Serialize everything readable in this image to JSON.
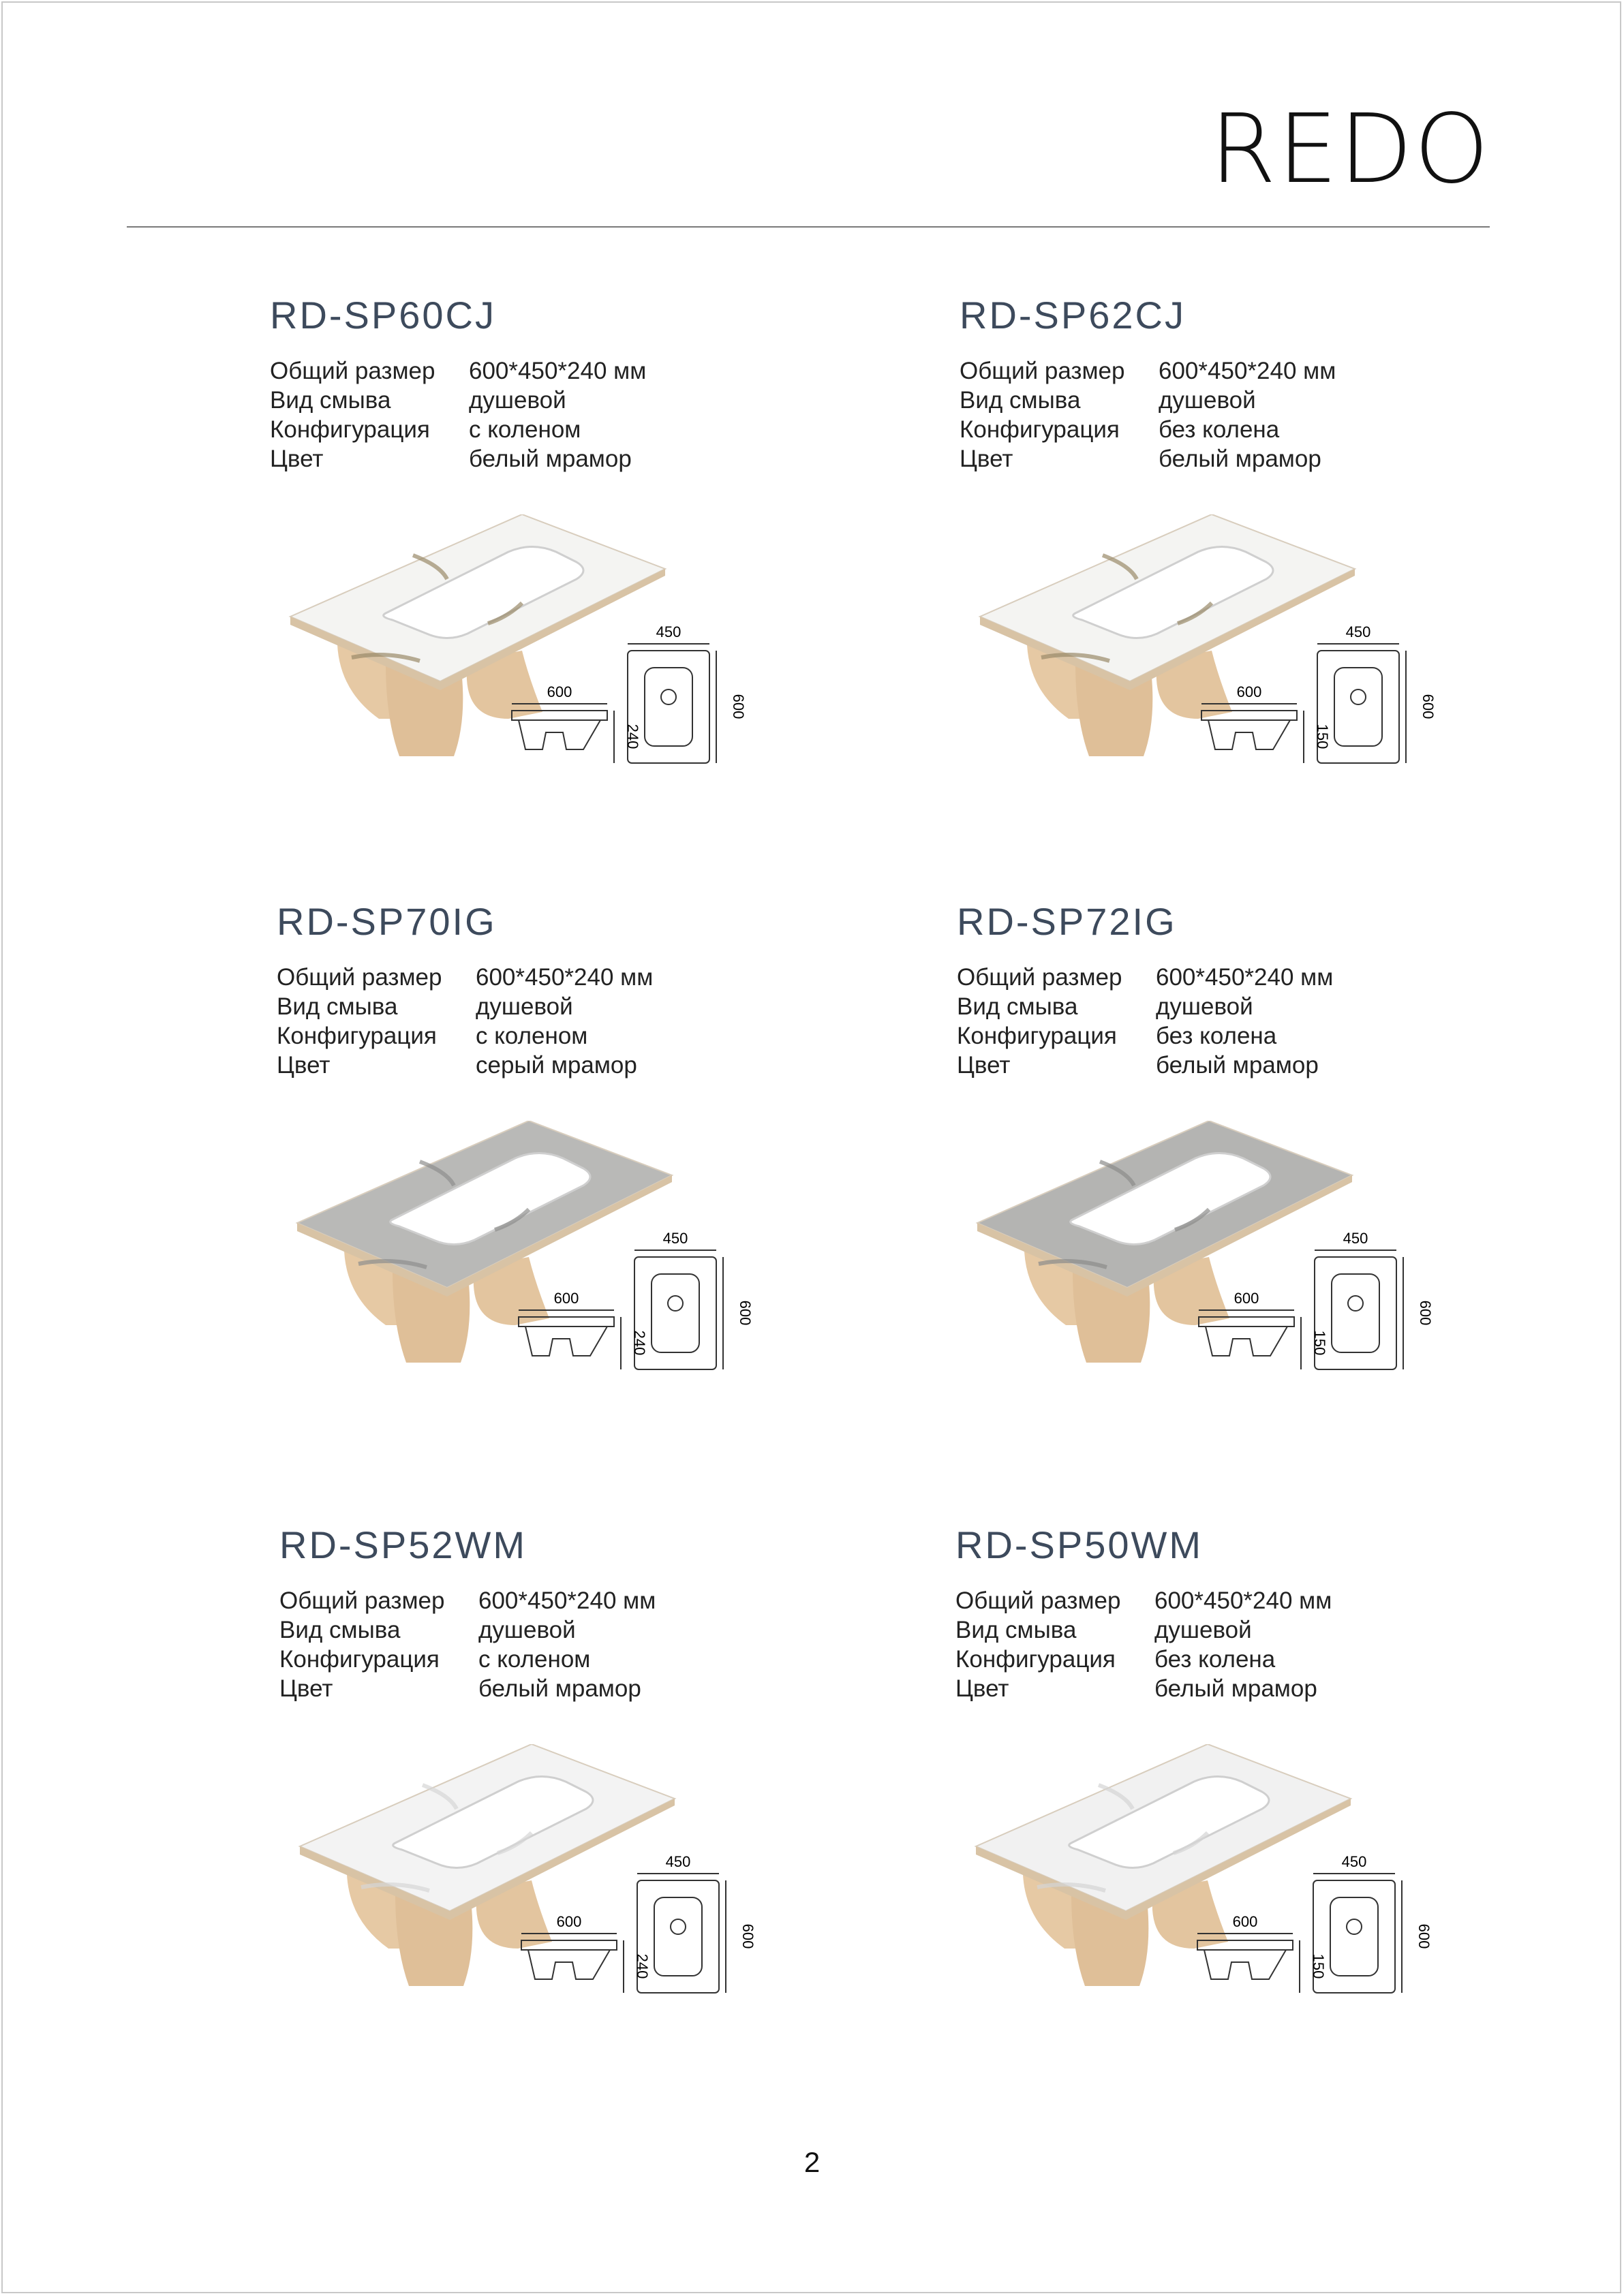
{
  "brand": "REDO",
  "page_number": "2",
  "products": [
    {
      "model": "RD-SP60CJ",
      "specs": [
        {
          "label": "Общий размер",
          "value": "600*450*240 мм"
        },
        {
          "label": "Вид смыва",
          "value": "душевой"
        },
        {
          "label": "Конфигурация",
          "value": "с коленом"
        },
        {
          "label": "Цвет",
          "value": "белый мрамор"
        }
      ],
      "dims": {
        "top_width": "450",
        "top_length": "600",
        "side_length": "600",
        "side_height": "240"
      },
      "finish_color": "#f4f4f2",
      "vein_color": "#9a8a6a"
    },
    {
      "model": "RD-SP62CJ",
      "specs": [
        {
          "label": "Общий размер",
          "value": "600*450*240 мм"
        },
        {
          "label": "Вид смыва",
          "value": "душевой"
        },
        {
          "label": "Конфигурация",
          "value": "без колена"
        },
        {
          "label": "Цвет",
          "value": "белый мрамор"
        }
      ],
      "dims": {
        "top_width": "450",
        "top_length": "600",
        "side_length": "600",
        "side_height": "150"
      },
      "finish_color": "#f4f4f2",
      "vein_color": "#9a8a6a"
    },
    {
      "model": "RD-SP70IG",
      "specs": [
        {
          "label": "Общий размер",
          "value": "600*450*240 мм"
        },
        {
          "label": "Вид смыва",
          "value": "душевой"
        },
        {
          "label": "Конфигурация",
          "value": "с коленом"
        },
        {
          "label": "Цвет",
          "value": "серый мрамор"
        }
      ],
      "dims": {
        "top_width": "450",
        "top_length": "600",
        "side_length": "600",
        "side_height": "240"
      },
      "finish_color": "#b9b9b7",
      "vein_color": "#8f8f8d"
    },
    {
      "model": "RD-SP72IG",
      "specs": [
        {
          "label": "Общий размер",
          "value": "600*450*240 мм"
        },
        {
          "label": "Вид смыва",
          "value": "душевой"
        },
        {
          "label": "Конфигурация",
          "value": "без колена"
        },
        {
          "label": "Цвет",
          "value": "белый мрамор"
        }
      ],
      "dims": {
        "top_width": "450",
        "top_length": "600",
        "side_length": "600",
        "side_height": "150"
      },
      "finish_color": "#b4b4b2",
      "vein_color": "#8c8c8a"
    },
    {
      "model": "RD-SP52WM",
      "specs": [
        {
          "label": "Общий размер",
          "value": "600*450*240 мм"
        },
        {
          "label": "Вид смыва",
          "value": "душевой"
        },
        {
          "label": "Конфигурация",
          "value": "с коленом"
        },
        {
          "label": "Цвет",
          "value": "белый мрамор"
        }
      ],
      "dims": {
        "top_width": "450",
        "top_length": "600",
        "side_length": "600",
        "side_height": "240"
      },
      "finish_color": "#f3f3f3",
      "vein_color": "#d6d6d6"
    },
    {
      "model": "RD-SP50WM",
      "specs": [
        {
          "label": "Общий размер",
          "value": "600*450*240 мм"
        },
        {
          "label": "Вид смыва",
          "value": "душевой"
        },
        {
          "label": "Конфигурация",
          "value": "без колена"
        },
        {
          "label": "Цвет",
          "value": "белый мрамор"
        }
      ],
      "dims": {
        "top_width": "450",
        "top_length": "600",
        "side_length": "600",
        "side_height": "150"
      },
      "finish_color": "#f1f1f1",
      "vein_color": "#d4d4d4"
    }
  ]
}
